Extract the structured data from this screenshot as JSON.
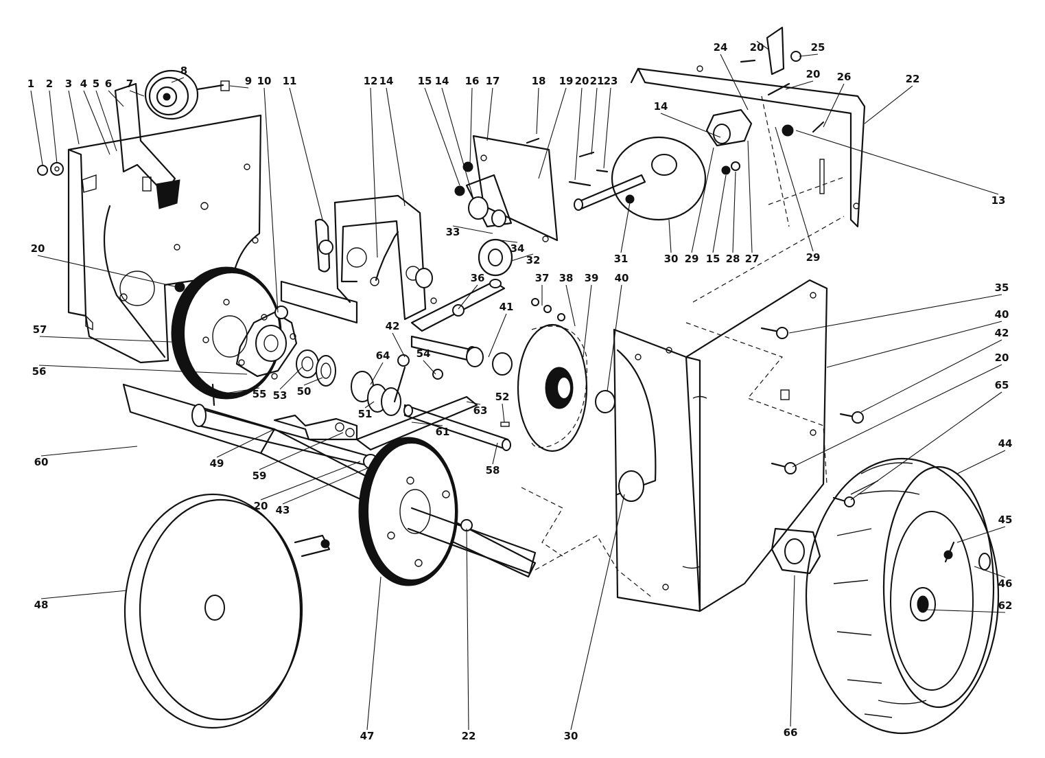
{
  "diagram": {
    "callouts": [
      "1",
      "2",
      "3",
      "4",
      "5",
      "6",
      "7",
      "8",
      "9",
      "10",
      "11",
      "12",
      "14",
      "15",
      "14",
      "16",
      "17",
      "18",
      "19",
      "20",
      "21",
      "23",
      "24",
      "20",
      "25",
      "20",
      "26",
      "22",
      "14",
      "13",
      "33",
      "34",
      "32",
      "31",
      "30",
      "29",
      "15",
      "28",
      "27",
      "29",
      "20",
      "36",
      "37",
      "38",
      "39",
      "40",
      "35",
      "41",
      "40",
      "42",
      "42",
      "20",
      "54",
      "65",
      "64",
      "57",
      "56",
      "55",
      "53",
      "50",
      "51",
      "52",
      "63",
      "61",
      "60",
      "49",
      "59",
      "58",
      "20",
      "43",
      "44",
      "45",
      "46",
      "62",
      "48",
      "47",
      "22",
      "30",
      "66"
    ]
  }
}
